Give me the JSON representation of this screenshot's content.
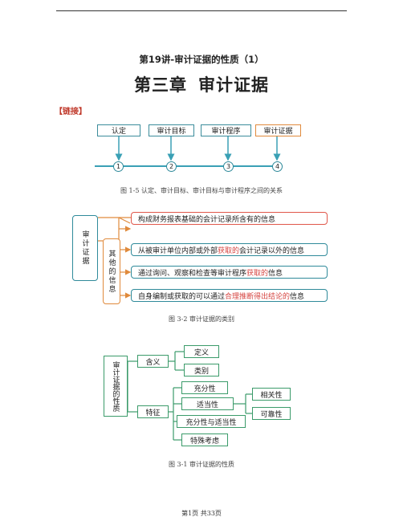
{
  "header": {
    "lecture_title": "第19讲-审计证据的性质（1）",
    "chapter_title_a": "第三章",
    "chapter_title_b": "审计证据",
    "link_label": "【链接】"
  },
  "figure1": {
    "boxes": [
      "认定",
      "审计目标",
      "审计程序",
      "审计证据"
    ],
    "numbers": [
      "1",
      "2",
      "3",
      "4"
    ],
    "caption": "图 1-5 认定、审计目标、审计目标与审计程序之间的关系"
  },
  "figure2": {
    "root": "审计证据",
    "sub": "其他的信息",
    "items": [
      {
        "pre": "构成财务报表基础的会计记录所含有的信息",
        "hl": "",
        "post": ""
      },
      {
        "pre": "从被审计单位内部或外部",
        "hl": "获取的",
        "post": "会计记录以外的信息"
      },
      {
        "pre": "通过询问、观察和检查等审计程序",
        "hl": "获取的",
        "post": "信息"
      },
      {
        "pre": "自身编制或获取的可以通过",
        "hl": "合理推断得出结论的",
        "post": "信息"
      }
    ],
    "caption": "图 3-2 审计证据的类别"
  },
  "figure3": {
    "root": "审计证据的性质",
    "meaning": "含义",
    "definition": "定义",
    "category": "类别",
    "feature": "特征",
    "sufficiency": "充分性",
    "appropriateness": "适当性",
    "both": "充分性与适当性",
    "special": "特殊考虑",
    "relevance": "相关性",
    "reliability": "可靠性",
    "caption": "图 3-1 审计证据的性质"
  },
  "footer": {
    "page_text": "第1页 共33页"
  }
}
